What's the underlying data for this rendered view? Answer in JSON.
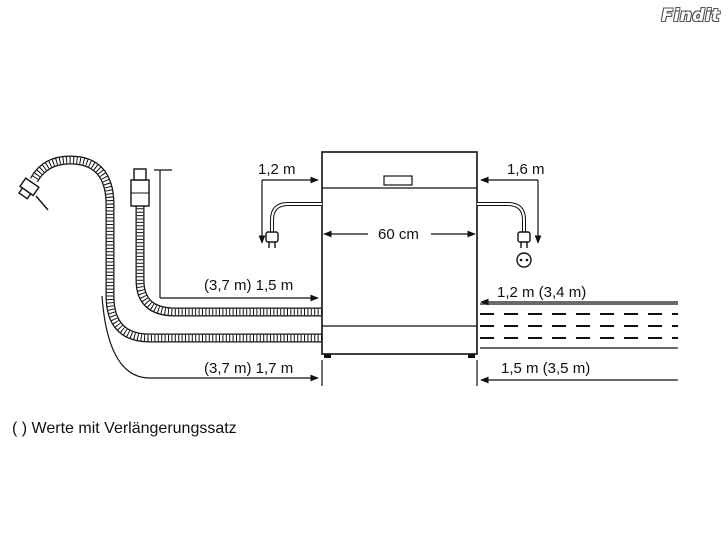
{
  "watermark": "Findit",
  "labels": {
    "drain_height": "1,2 m",
    "inlet_height": "1,6 m",
    "width": "60 cm",
    "hose_upper_left": "(3,7 m) 1,5 m",
    "hose_lower_left": "(3,7 m) 1,7 m",
    "right_upper": "1,2 m (3,4 m)",
    "right_lower": "1,5 m (3,5 m)"
  },
  "footnote": "( ) Werte mit Verlängerungssatz",
  "colors": {
    "line": "#111111",
    "background": "#ffffff"
  }
}
